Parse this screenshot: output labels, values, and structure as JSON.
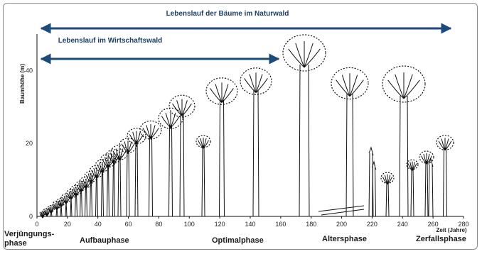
{
  "arrows": {
    "natural_forest": "Lebenslauf der Bäume im Naturwald",
    "managed_forest": "Lebenslauf im Wirtschaftswald"
  },
  "axes": {
    "y_title": "Baumhöhe (m)",
    "x_title": "Zeit (Jahre)",
    "y_ticks": [
      "0",
      "20",
      "40"
    ],
    "x_ticks": [
      "0",
      "20",
      "40",
      "60",
      "80",
      "100",
      "120",
      "140",
      "160",
      "180",
      "200",
      "220",
      "240",
      "260",
      "280"
    ]
  },
  "phases": {
    "rejuvenation": "Verjüngungs-\nphase",
    "development": "Aufbauphase",
    "optimal": "Optimalphase",
    "aging": "Altersphase",
    "decay": "Zerfallsphase"
  },
  "colors": {
    "arrow": "#1c4a7a",
    "ink": "#111111"
  }
}
